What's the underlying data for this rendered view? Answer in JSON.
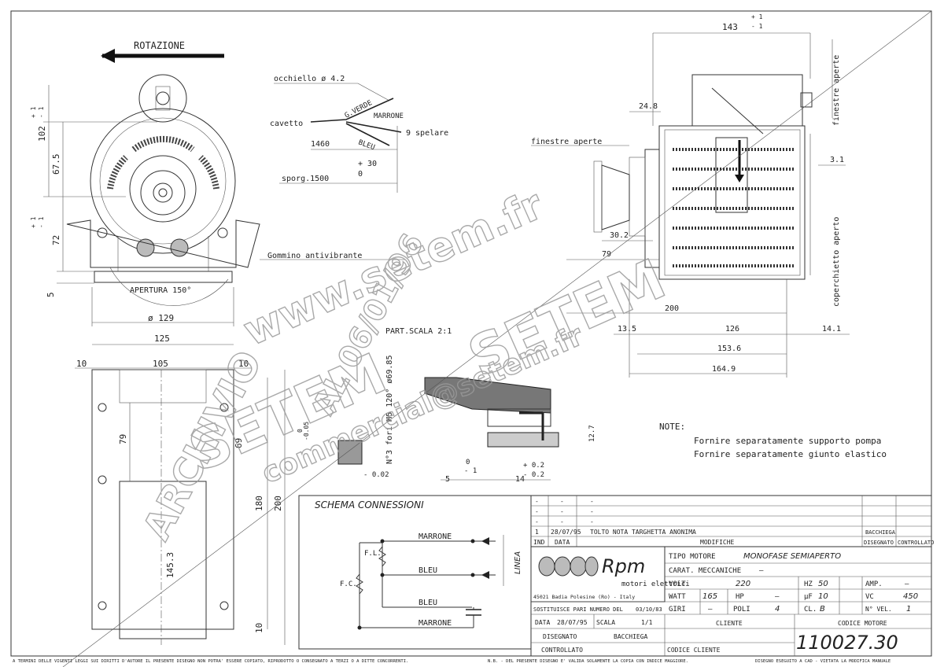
{
  "drawing": {
    "rotation_label": "ROTAZIONE",
    "front_view": {
      "dims": [
        "102",
        "67.5",
        "72",
        "5",
        "ø 129",
        "+ 1",
        "- 1",
        "+ 1",
        "- 1"
      ],
      "opening_label": "APERTURA 150°",
      "rubber_label": "Gommino antivibrante"
    },
    "cable_detail": {
      "eyelet": "occhiello ø 4.2",
      "cable": "cavetto",
      "gverde": "G.VERDE",
      "marrone": "MARRONE",
      "bleu": "BLEU",
      "stripped": "9 spelare",
      "len": "1460",
      "tol_plus": "+ 30",
      "tol_zero": "0",
      "sporg": "sporg.1500"
    },
    "side_view": {
      "d143": "143",
      "d24_8": "24.8",
      "d3_1": "3.1",
      "d30_2": "30.2",
      "d79": "79",
      "d200": "200",
      "d13_5": "13.5",
      "d126": "126",
      "d14_1": "14.1",
      "d153_6": "153.6",
      "d164_9": "164.9",
      "tol_plus1": "+ 1",
      "tol_minus1": "- 1",
      "windows_open": "finestre aperte",
      "windows_open_v": "finestre aperte",
      "cover_open_v": "coperchietto aperto"
    },
    "base_view": {
      "d125": "125",
      "d105": "105",
      "d10a": "10",
      "d10b": "10",
      "d79": "79",
      "d69": "69",
      "d180": "180",
      "d200": "200",
      "d145_3": "145.3",
      "d10c": "10"
    },
    "part_detail": {
      "title": "PART.SCALA 2:1",
      "holes": "N°3 fori M5 120° ø69.85",
      "d0": "0",
      "d005": "-0.05",
      "d002": "- 0.02",
      "d5": "5",
      "d14": "14",
      "d12_7": "12.7",
      "d02a": "+ 0.2",
      "d02b": "- 0.2",
      "d1": "- 1",
      "d0b": "0"
    },
    "notes": {
      "title": "NOTE:",
      "line1": "Fornire separatamente supporto pompa",
      "line2": "Fornire separatamente giunto elastico"
    },
    "schema": {
      "title": "SCHEMA CONNESSIONI",
      "marrone1": "MARRONE",
      "bleu1": "BLEU",
      "bleu2": "BLEU",
      "marrone2": "MARRONE",
      "fl": "F.L.",
      "fc": "F.C.",
      "linea": "LINEA"
    },
    "footer_left": "A TERMINI DELLE VIGENTI LEGGI SUI DIRITTI D'AUTORE IL PRESENTE DISEGNO NON POTRA' ESSERE COPIATO, RIPRODOTTO O CONSEGNATO A TERZI O A DITTE CONCORRENTI.",
    "footer_mid": "N.B. - DEL PRESENTE DISEGNO E' VALIDA SOLAMENTE LA COPIA CON INDICE MAGGIORE.",
    "footer_right": "DISEGNO ESEGUITO A CAD - VIETATA LA MODIFICA MANUALE"
  },
  "watermarks": {
    "w1": "www.setem.fr",
    "w2": "SETEM",
    "w3": "SETEM",
    "w4": "commercial@setem.fr",
    "w5": "ARCHIVIO",
    "w6": "AL 06/01/96"
  },
  "title_block": {
    "revisions": {
      "row1_ind": "1",
      "row1_date": "28/07/95",
      "row1_text": "TOLTO NOTA TARGHETTA ANONIMA",
      "row1_by": "BACCHIEGA",
      "dash": "-"
    },
    "headers": {
      "ind": "IND",
      "data": "DATA",
      "modifiche": "MODIFICHE",
      "disegnato": "DISEGNATO",
      "controllato": "CONTROLLATO"
    },
    "company": {
      "logo": "Rpm",
      "sub": "motori elettrici",
      "address": "45021 Badia Polesine (Ro) - Italy"
    },
    "fields": {
      "tipo_label": "TIPO MOTORE",
      "tipo_value": "MONOFASE SEMIAPERTO",
      "carat_label": "CARAT. MECCANICHE",
      "carat_value": "—",
      "volt_label": "VOLT",
      "volt_value": "220",
      "hz_label": "HZ",
      "hz_value": "50",
      "amp_label": "AMP.",
      "amp_value": "—",
      "watt_label": "WATT",
      "watt_value": "165",
      "hp_label": "HP",
      "hp_value": "—",
      "uf_label": "µF",
      "uf_value": "10",
      "vc_label": "VC",
      "vc_value": "450",
      "giri_label": "GIRI",
      "giri_value": "—",
      "poli_label": "POLI",
      "poli_value": "4",
      "cl_label": "CL.",
      "cl_value": "B",
      "nvel_label": "N° VEL.",
      "nvel_value": "1"
    },
    "sostituisce": "SOSTITUISCE PARI NUMERO DEL",
    "sost_date": "03/10/83",
    "data_label": "DATA",
    "data_value": "28/07/95",
    "scala_label": "SCALA",
    "scala_value": "1/1",
    "cliente_label": "CLIENTE",
    "codice_motore_label": "CODICE MOTORE",
    "codice_motore": "110027.30",
    "disegnato_label": "DISEGNATO",
    "disegnato_value": "BACCHIEGA",
    "controllato_label": "CONTROLLATO",
    "codice_cliente_label": "CODICE CLIENTE"
  }
}
